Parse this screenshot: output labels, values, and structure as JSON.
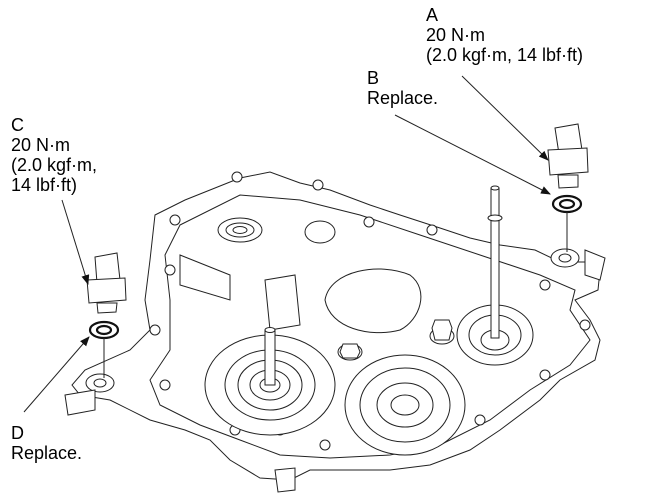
{
  "diagram": {
    "title": "Transmission housing switch installation",
    "callouts": {
      "a": {
        "letter": "A",
        "line1": "20 N·m",
        "line2": "(2.0 kgf·m, 14 lbf·ft)"
      },
      "b": {
        "letter": "B",
        "line1": "Replace."
      },
      "c": {
        "letter": "C",
        "line1": "20 N·m",
        "line2": "(2.0 kgf·m,",
        "line3": "14 lbf·ft)"
      },
      "d": {
        "letter": "D",
        "line1": "Replace."
      }
    },
    "colors": {
      "line": "#222222",
      "background": "#ffffff"
    }
  }
}
